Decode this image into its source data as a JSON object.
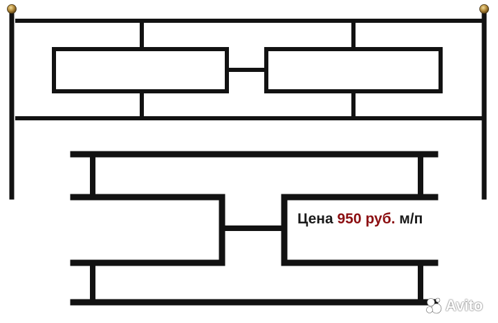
{
  "price": {
    "label": "Цена",
    "amount": "950",
    "currency": "руб.",
    "unit": "м/п"
  },
  "watermark": {
    "brand": "Avito",
    "icon": "avito-logo-icon"
  },
  "colors": {
    "metal": "#121212",
    "finial": "#b38a3a",
    "price_accent": "#8c0f12",
    "background": "#ffffff"
  }
}
